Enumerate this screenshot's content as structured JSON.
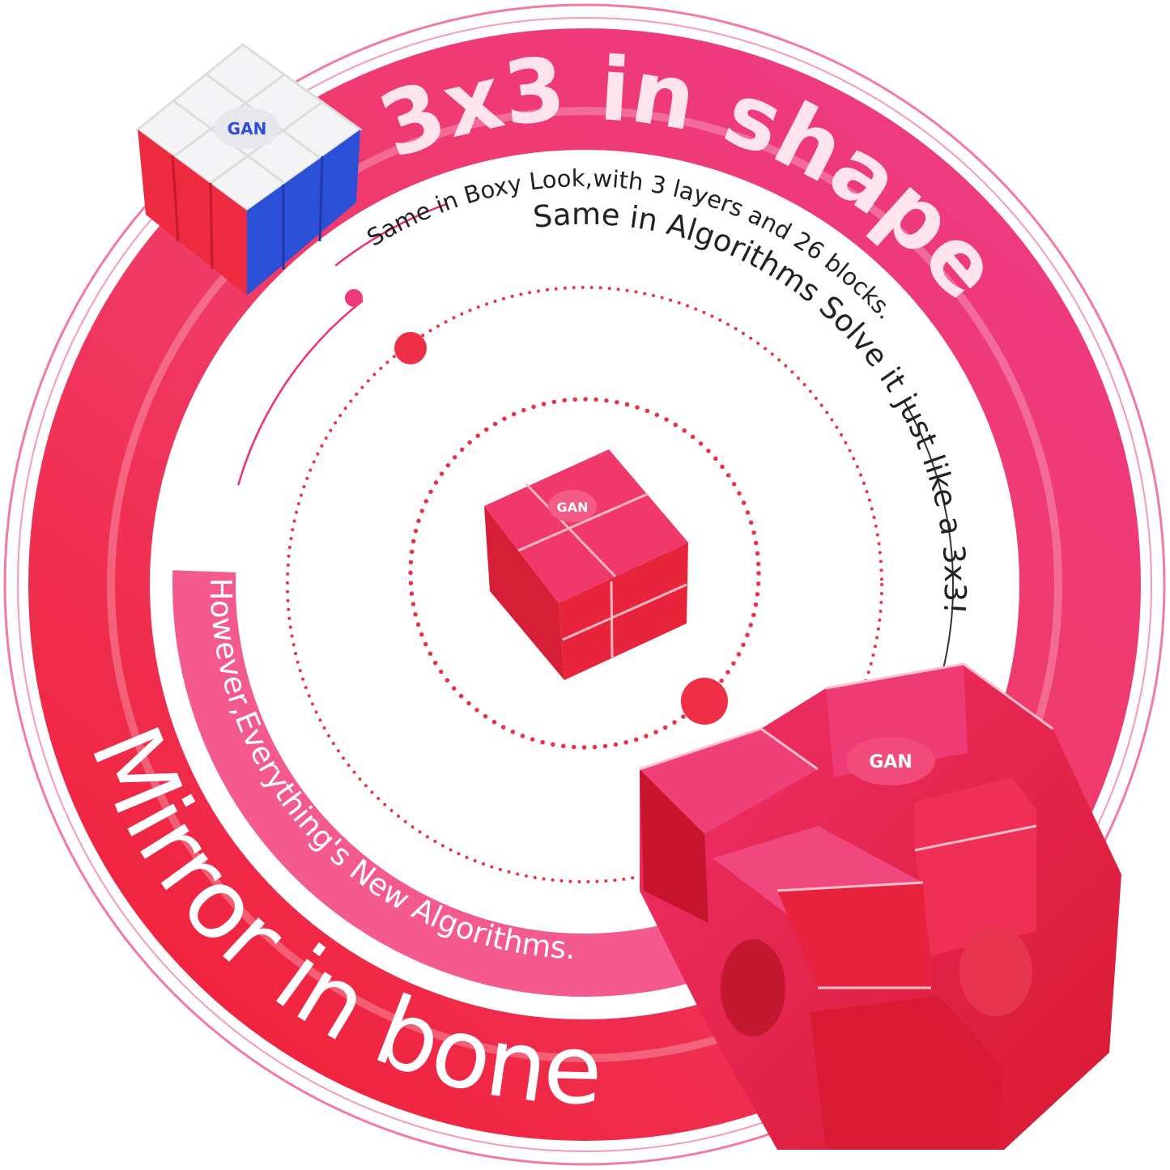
{
  "headline_top": "3x3 in shape",
  "subline_1": "Same in Boxy Look,with 3 layers and 26 blocks.",
  "subline_2": "Same in Algorithms Solve it just like a 3x3!",
  "middle_band_text": "However,Everything's New Algorithms.",
  "headline_bottom": "Mirror in bone",
  "logo_text": "GAN",
  "colors": {
    "band_pink": "#ef3d7c",
    "band_red": "#f02a45",
    "inner_band": "#f45a8e",
    "dots": "#ee2f45",
    "cube_red": "#e8223a",
    "cube_blue": "#2c4fd8"
  }
}
